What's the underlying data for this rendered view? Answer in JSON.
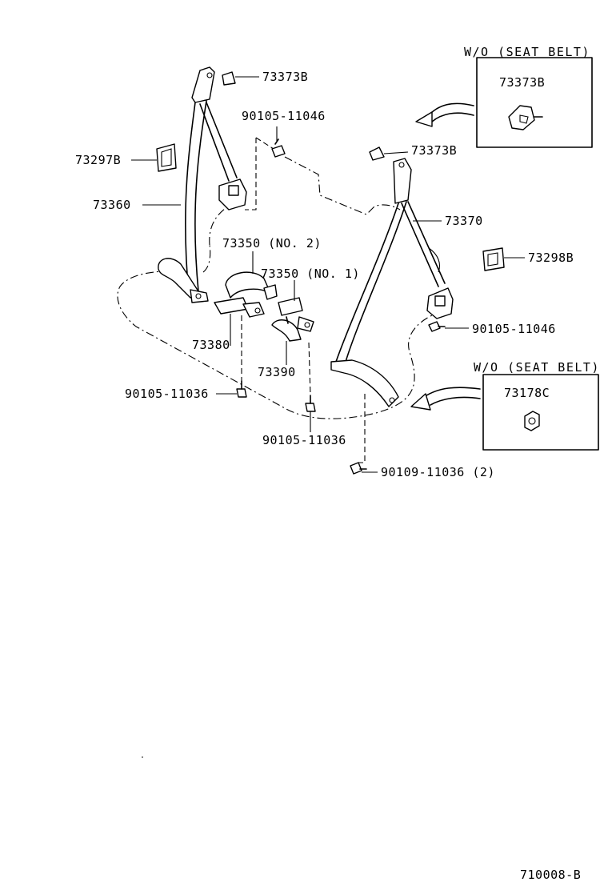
{
  "diagram": {
    "inset_boxes": [
      {
        "title": "W/O (SEAT  BELT)",
        "part": "73373B"
      },
      {
        "title": "W/O (SEAT  BELT)",
        "part": "73178C"
      }
    ],
    "labels": {
      "p73373B_top": "73373B",
      "p90105_11046_top": "90105-11046",
      "p73297B": "73297B",
      "p73360": "73360",
      "p73373B_mid": "73373B",
      "p73370": "73370",
      "p73298B": "73298B",
      "p73350_no2": "73350 (NO. 2)",
      "p73350_no1": "73350 (NO. 1)",
      "p73380": "73380",
      "p90105_11046_right": "90105-11046",
      "p73390": "73390",
      "p90105_11036_left": "90105-11036",
      "p90105_11036_bottom": "90105-11036",
      "p90109_11036": "90109-11036 (2)"
    },
    "figure_id": "710008-B"
  }
}
